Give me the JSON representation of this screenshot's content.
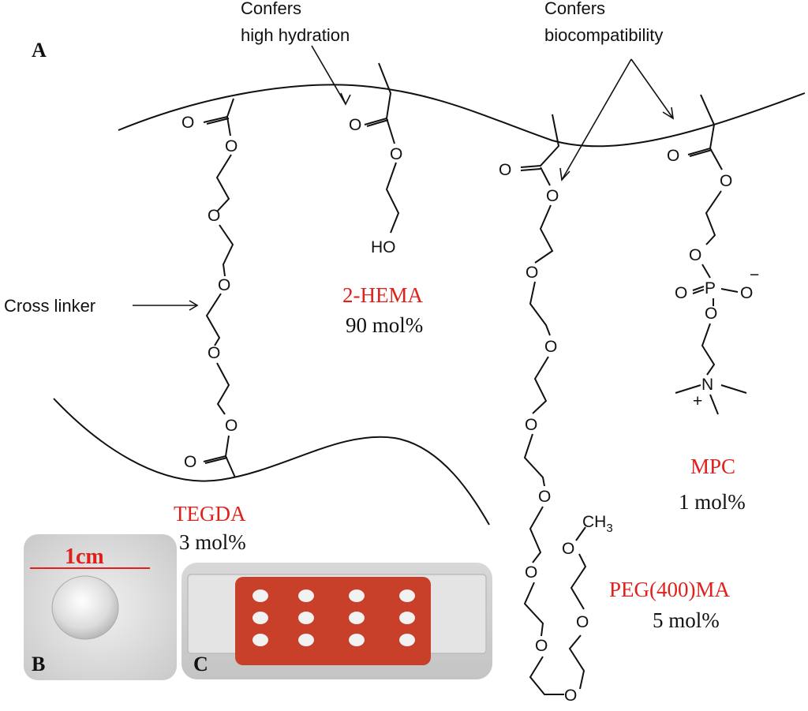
{
  "colors": {
    "monomer_label": "#e0201b",
    "text": "#111111",
    "mold": "#c8402a"
  },
  "panels": {
    "a": "A",
    "b": "B",
    "c": "C"
  },
  "annotations": {
    "hydration": [
      "Confers",
      "high hydration"
    ],
    "biocompat": [
      "Confers",
      "biocompatibility"
    ],
    "crosslinker": "Cross linker"
  },
  "monomers": {
    "tegda": {
      "name": "TEGDA",
      "pct": "3 mol%"
    },
    "hema": {
      "name": "2-HEMA",
      "pct": "90 mol%"
    },
    "peg": {
      "name": "PEG(400)MA",
      "pct": "5 mol%"
    },
    "mpc": {
      "name": "MPC",
      "pct": "1 mol%"
    }
  },
  "atoms": {
    "O": "O",
    "HO": "HO",
    "P": "P",
    "N": "N",
    "minus": "−",
    "plus": "+",
    "ch3_c": "CH",
    "ch3_sub": "3"
  },
  "scale_bar": "1cm"
}
